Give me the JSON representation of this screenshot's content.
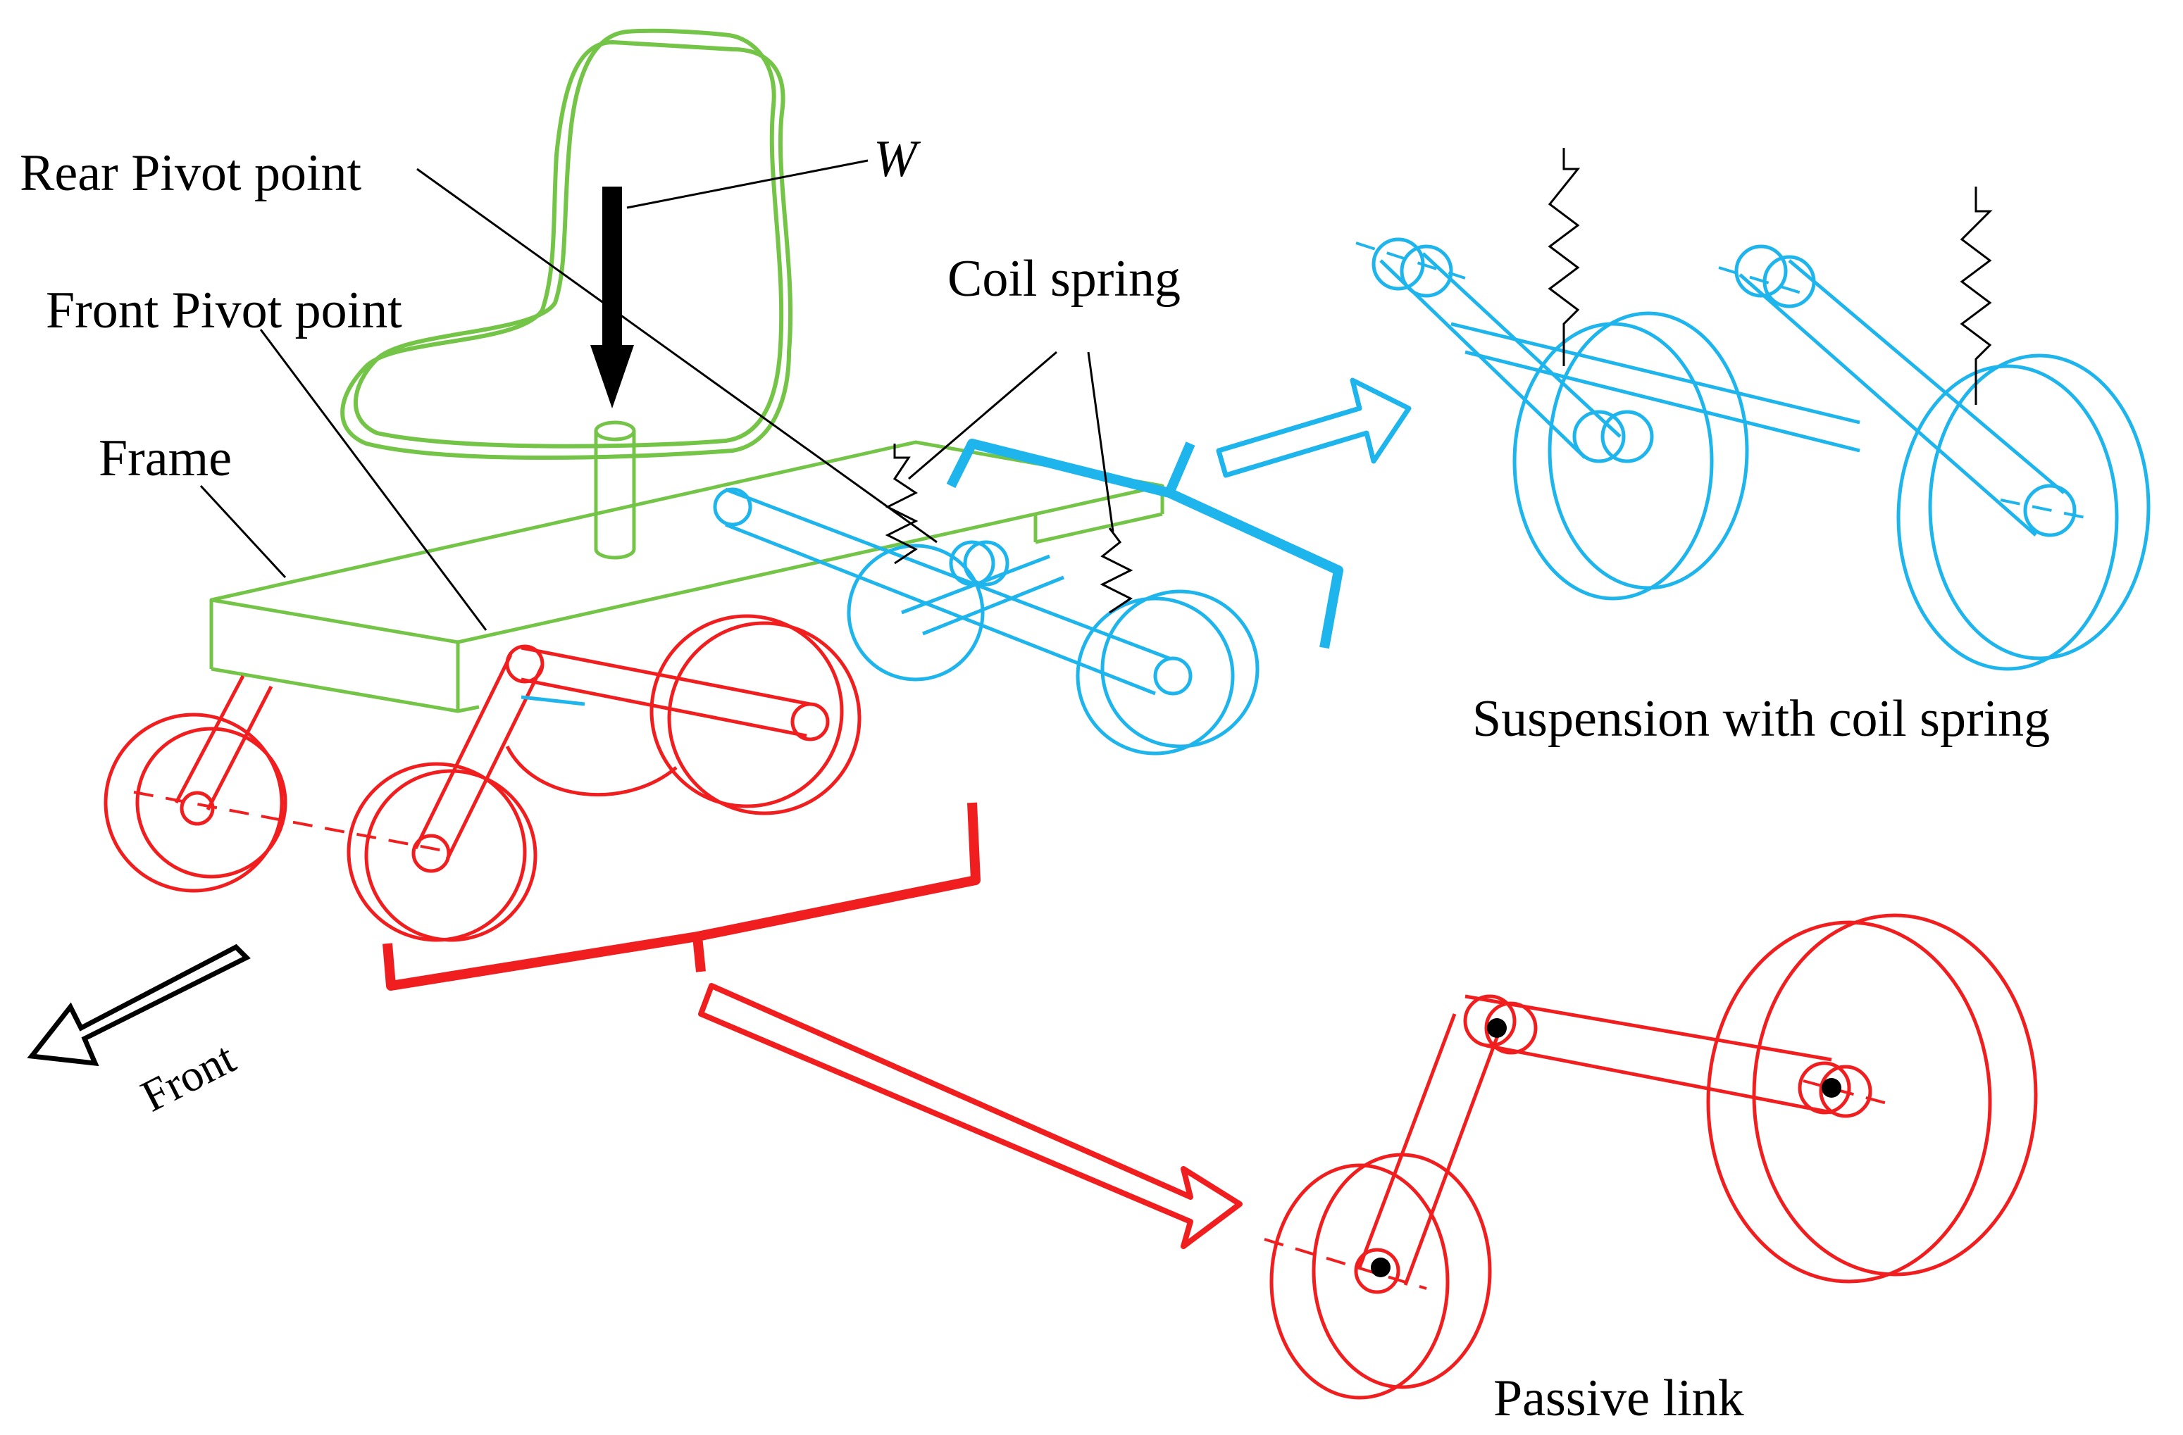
{
  "labels": {
    "rear_pivot": "Rear Pivot point",
    "front_pivot": "Front Pivot point",
    "frame": "Frame",
    "weight": "W",
    "coil_spring": "Coil spring",
    "suspension": "Suspension with coil spring",
    "passive_link": "Passive link",
    "front": "Front"
  },
  "colors": {
    "chair": "#74c447",
    "passive_link": "#f01e1e",
    "suspension": "#1eb4ec",
    "annotation": "#000000"
  }
}
